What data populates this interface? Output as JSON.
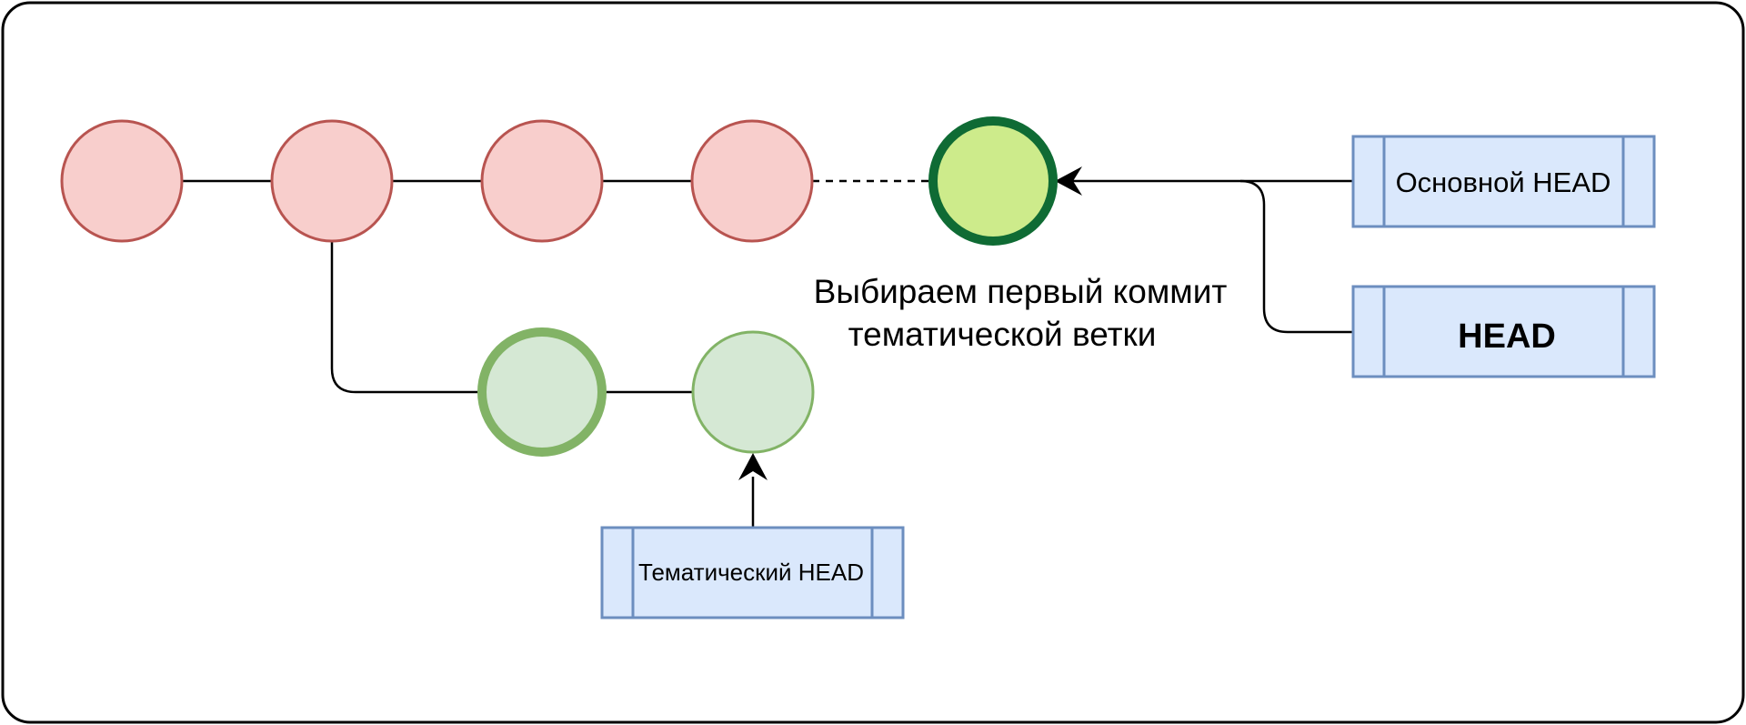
{
  "labels": {
    "main_head": "Основной HEAD",
    "head": "HEAD",
    "topic_head": "Тематический HEAD",
    "annotation_line1": "Выбираем первый коммит",
    "annotation_line2": "тематической ветки"
  },
  "colors": {
    "main_commit_fill": "#f8cecc",
    "main_commit_stroke": "#b85450",
    "selected_commit_fill": "#cdeb8b",
    "selected_commit_stroke": "#0f6b34",
    "topic_commit_fill": "#d5e8d4",
    "topic_commit_stroke": "#82b366",
    "ref_box_fill": "#dae8fc",
    "ref_box_stroke": "#6c8ebf"
  }
}
